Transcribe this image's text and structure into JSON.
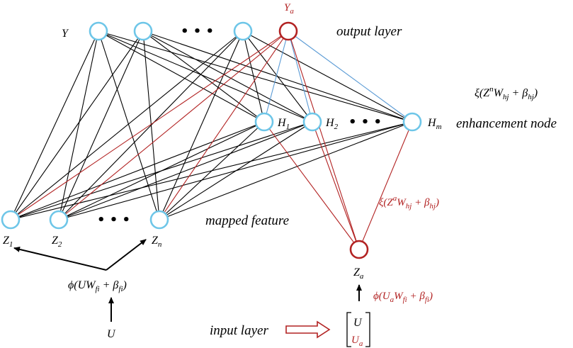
{
  "labels": {
    "y": "Y",
    "ya": "Y",
    "ya_sub": "a",
    "output_layer": "output layer",
    "enhancement_node": "enhancement node",
    "mapped_feature": "mapped feature",
    "input_layer": "input layer",
    "h1": "H",
    "h1_sub": "1",
    "h2": "H",
    "h2_sub": "2",
    "hm": "H",
    "hm_sub": "m",
    "z1": "Z",
    "z1_sub": "1",
    "z2": "Z",
    "z2_sub": "2",
    "zn": "Z",
    "zn_sub": "n",
    "za": "Z",
    "za_sub": "a",
    "u": "U",
    "matrix_u": "U",
    "matrix_ua": "U",
    "matrix_ua_sub": "a",
    "ellipsis": "• • •"
  },
  "formulas": {
    "xi_top": "ξ(Z",
    "xi_top_sup": "n",
    "xi_top_rest": "W",
    "xi_top_sub1": "hj",
    "xi_top_mid": " + β",
    "xi_top_sub2": "hj",
    "xi_top_end": ")",
    "xi_red": "ξ(Z",
    "xi_red_sup": "a",
    "xi_red_rest": "W",
    "xi_red_sub1": "hj",
    "xi_red_mid": " + β",
    "xi_red_sub2": "hj",
    "xi_red_end": ")",
    "phi_left": "ϕ(UW",
    "phi_left_sub1": "fi",
    "phi_left_mid": " + β",
    "phi_left_sub2": "fi",
    "phi_left_end": ")",
    "phi_red": "ϕ(U",
    "phi_red_sub0": "a",
    "phi_red_rest": "W",
    "phi_red_sub1": "fi",
    "phi_red_mid": " + β",
    "phi_red_sub2": "fi",
    "phi_red_end": ")"
  },
  "colors": {
    "node_blue": "#6ec6e8",
    "node_red": "#b22222",
    "edge_black": "#000000",
    "edge_red": "#b22222",
    "edge_blue": "#5b9bd5"
  }
}
